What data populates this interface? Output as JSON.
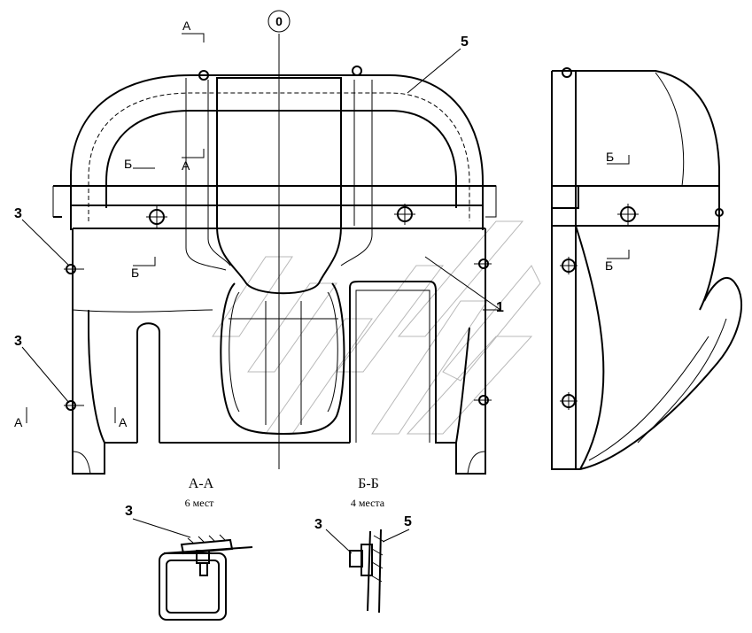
{
  "labels": {
    "axis_zero": "0",
    "part_5_top": "5",
    "part_1": "1",
    "part_3_upper": "3",
    "part_3_lower": "3",
    "part_3_aa": "3",
    "part_3_bb": "3",
    "part_5_bb": "5",
    "cut_a_top": "А",
    "cut_a_mid": "А",
    "cut_a_left": "А",
    "cut_a_right": "А",
    "cut_b_front_1": "Б",
    "cut_b_front_2": "Б",
    "cut_b_side_1": "Б",
    "cut_b_side_2": "Б"
  },
  "sections": {
    "aa_title": "А-А",
    "aa_count": "6 мест",
    "bb_title": "Б-Б",
    "bb_count": "4 места"
  },
  "colors": {
    "line": "#000000",
    "watermark": "#b8b8b8",
    "background": "#ffffff"
  }
}
